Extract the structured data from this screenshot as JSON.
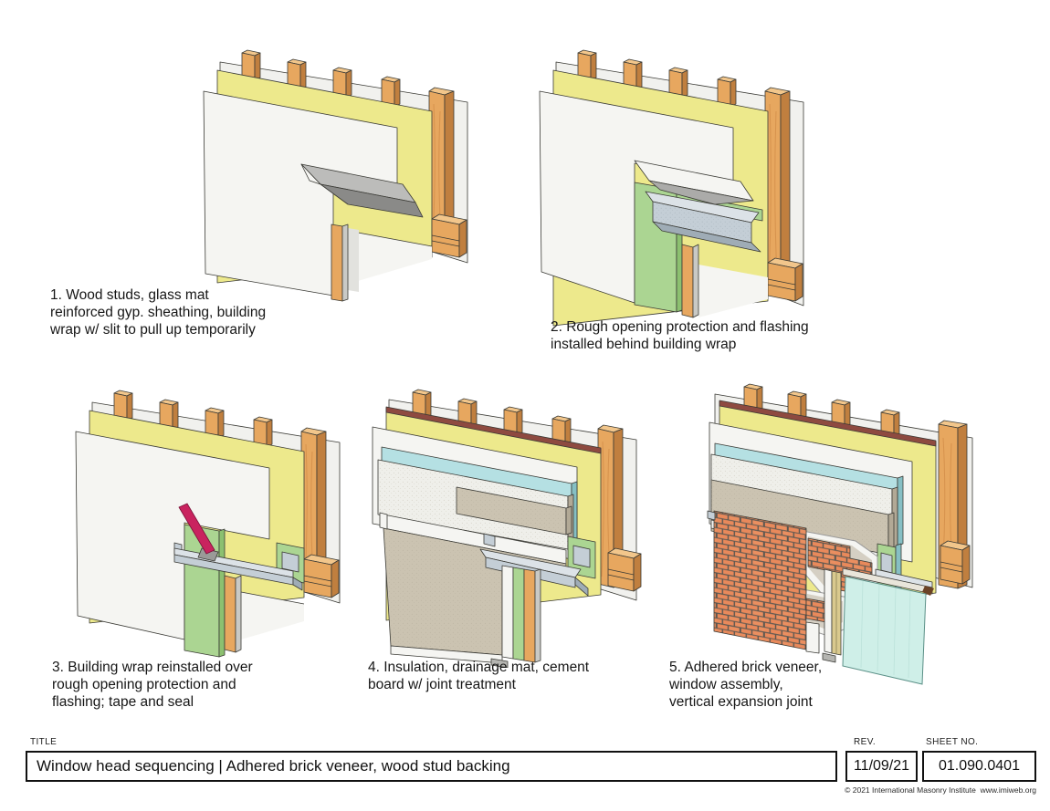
{
  "page": {
    "background": "#FFFFFF",
    "sheet_width": 1150,
    "sheet_height": 889
  },
  "steps": [
    {
      "number": "1",
      "caption": "1. Wood studs, glass mat\nreinforced gyp. sheathing, building\nwrap w/ slit to pull up temporarily"
    },
    {
      "number": "2",
      "caption": "2. Rough opening protection and flashing\ninstalled behind building wrap"
    },
    {
      "number": "3",
      "caption": "3. Building wrap reinstalled over\nrough opening protection and\nflashing; tape and seal"
    },
    {
      "number": "4",
      "caption": "4. Insulation, drainage mat, cement\nboard w/ joint treatment"
    },
    {
      "number": "5",
      "caption": "5. Adhered brick veneer,\nwindow assembly,\nvertical expansion joint"
    }
  ],
  "titleblock": {
    "title_label": "TITLE",
    "title": "Window head sequencing | Adhered brick veneer, wood stud backing",
    "rev_label": "REV.",
    "rev_value": "11/09/21",
    "sheet_label": "SHEET NO.",
    "sheet_value": "01.090.0401",
    "copyright": "© 2021 International Masonry Institute  www.imiweb.org"
  },
  "colors": {
    "ink": "#3A3A35",
    "wood": "#E7A75F",
    "woodSide": "#C07F3F",
    "woodCap": "#F2C68B",
    "yellow": "#EDE98C",
    "back": "#F1F1EE",
    "white": "#F5F5F2",
    "green": "#ABD592",
    "greenDark": "#8CC070",
    "metal": "#C4CED6",
    "metalLight": "#DCE2E7",
    "metalDark": "#9FACB6",
    "cyan": "#B5E0E3",
    "cyanSide": "#86BFC4",
    "foam": "#EFEFEA",
    "tan": "#CBC3B1",
    "tanSide": "#B2A996",
    "mortar": "#D5CFC3",
    "maroon": "#8E4A40",
    "magenta": "#C9235F",
    "glass": "#CFEFE8",
    "khaki": "#D9C98E",
    "brick": "#E8895B",
    "brickJoint": "#5B5751"
  }
}
